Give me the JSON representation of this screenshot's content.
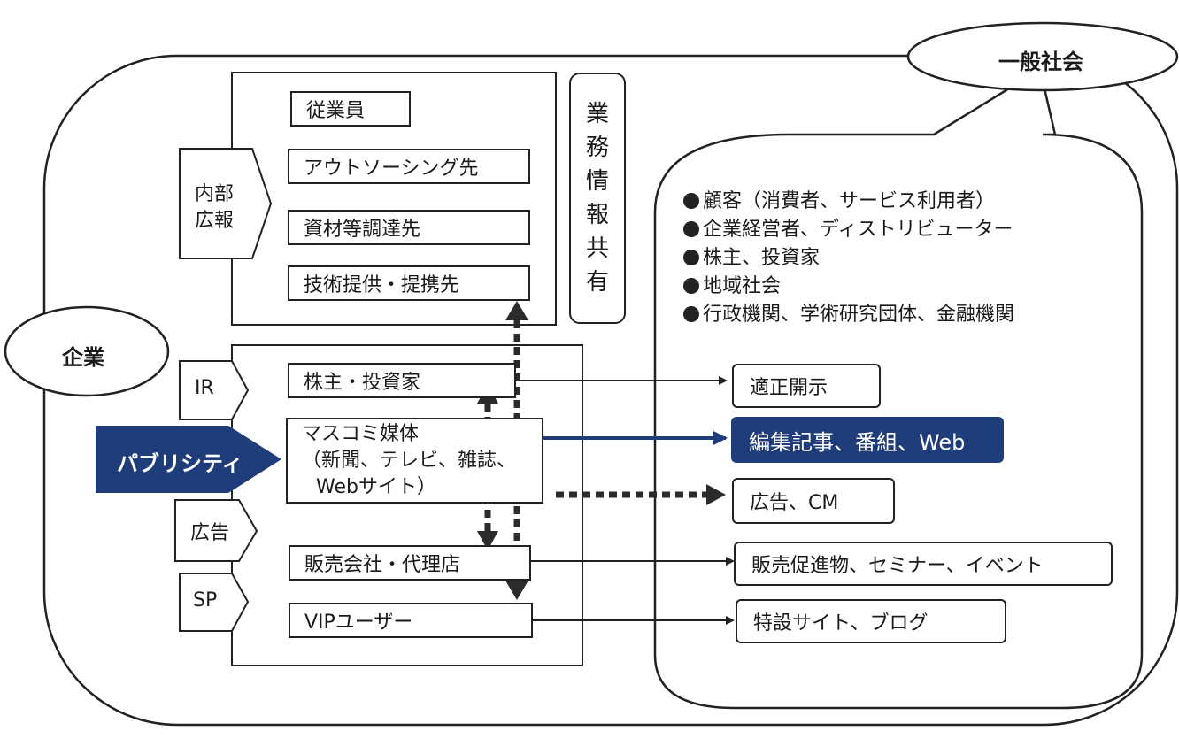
{
  "society": {
    "label": "一般社会"
  },
  "company": {
    "label": "企業"
  },
  "internal_pr": {
    "label_line1": "内部",
    "label_line2": "広報",
    "items": [
      "従業員",
      "アウトソーシング先",
      "資材等調達先",
      "技術提供・提携先"
    ]
  },
  "info_share": {
    "chars": [
      "業",
      "務",
      "情",
      "報",
      "共",
      "有"
    ]
  },
  "audiences": {
    "items": [
      "顧客（消費者、サービス利用者）",
      "企業経営者、ディストリビューター",
      "株主、投資家",
      "地域社会",
      "行政機関、学術研究団体、金融機関"
    ]
  },
  "ir": {
    "label": "IR",
    "target": "株主・投資家",
    "output": "適正開示"
  },
  "publicity": {
    "label": "パブリシティ",
    "media_line1": "マスコミ媒体",
    "media_line2": "（新聞、テレビ、雑誌、",
    "media_line3": "Webサイト）",
    "output": "編集記事、番組、Web"
  },
  "advertising": {
    "label": "広告",
    "output": "広告、CM"
  },
  "sp": {
    "label": "SP",
    "target_dealers": "販売会社・代理店",
    "target_vip": "VIPユーザー",
    "output_dealers": "販売促進物、セミナー、イベント",
    "output_vip": "特設サイト、ブログ"
  },
  "colors": {
    "accent_navy": "#1f3d7a",
    "line": "#222222",
    "dotted": "#2b2b2b"
  }
}
